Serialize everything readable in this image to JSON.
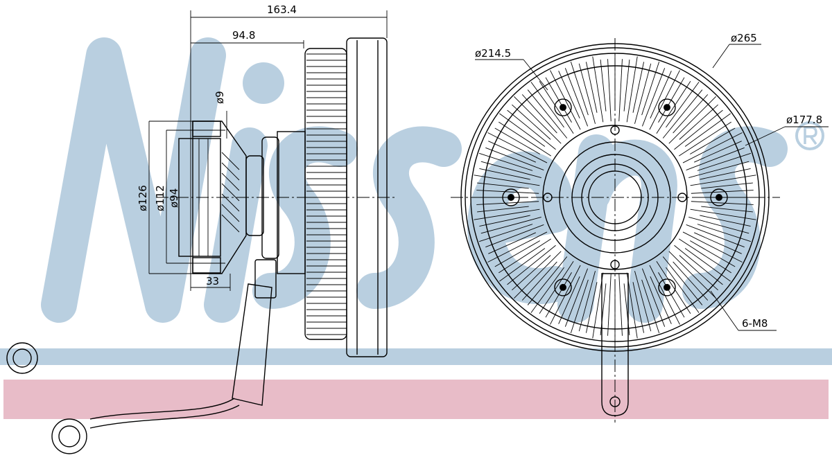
{
  "watermark": {
    "brand": "Nissens",
    "registered": "®"
  },
  "colors": {
    "watermark": "#b9cfe0",
    "blue_stripe": "#b9cfe0",
    "pink_stripe": "#e8bcc8",
    "line": "#000000"
  },
  "side_view": {
    "dimensions": {
      "overall_length": "163.4",
      "hub_length": "94.8",
      "bolt_hole_dia": "ø9",
      "flange_outer_dia": "ø126",
      "bolt_circle_dia": "ø112",
      "pilot_dia": "ø94",
      "flange_depth": "33"
    }
  },
  "front_view": {
    "dimensions": {
      "fan_ring_dia": "ø214.5",
      "outer_dia": "ø265",
      "mount_circle_dia": "ø177.8",
      "thread_spec": "6-M8"
    }
  }
}
